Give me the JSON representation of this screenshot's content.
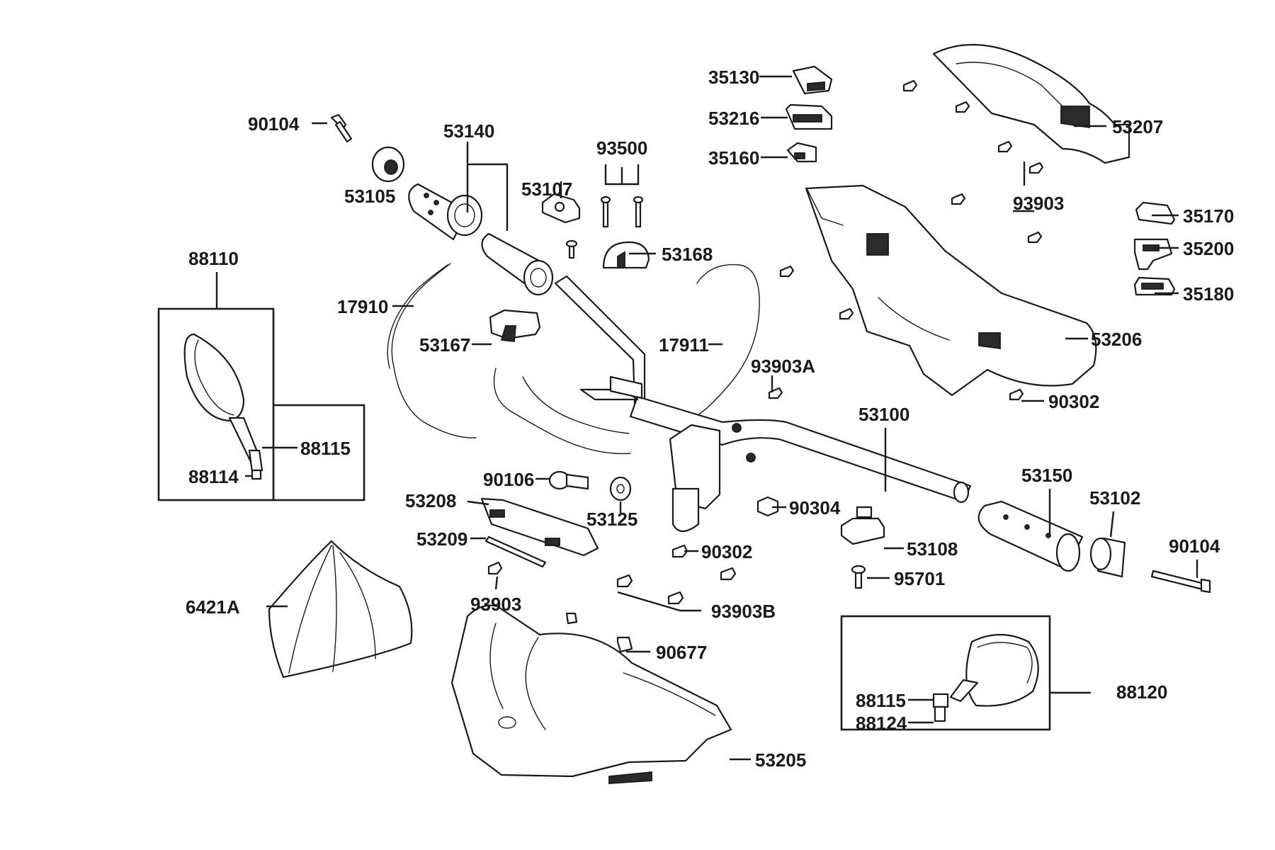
{
  "labels": {
    "l35130": "35130",
    "l53216": "53216",
    "l35160": "35160",
    "l53207": "53207",
    "l90104a": "90104",
    "l53140": "53140",
    "l53105": "53105",
    "l93500": "93500",
    "l53107": "53107",
    "l93903a": "93903",
    "l35170": "35170",
    "l35200": "35200",
    "l35180": "35180",
    "l88110": "88110",
    "l53168": "53168",
    "l17910": "17910",
    "l53167": "53167",
    "l17911": "17911",
    "l53206": "53206",
    "l93903A": "93903A",
    "l90302a": "90302",
    "l53100": "53100",
    "l88115a": "88115",
    "l88114": "88114",
    "l90106": "90106",
    "l53150": "53150",
    "l53102": "53102",
    "l53208": "53208",
    "l53125": "53125",
    "l90304": "90304",
    "l53209": "53209",
    "l90302b": "90302",
    "l53108": "53108",
    "l90104b": "90104",
    "l93903b": "93903",
    "l95701": "95701",
    "l6421A": "6421A",
    "l93903B": "93903B",
    "l90677": "90677",
    "l88120": "88120",
    "l88115b": "88115",
    "l88124": "88124",
    "l53205": "53205"
  }
}
